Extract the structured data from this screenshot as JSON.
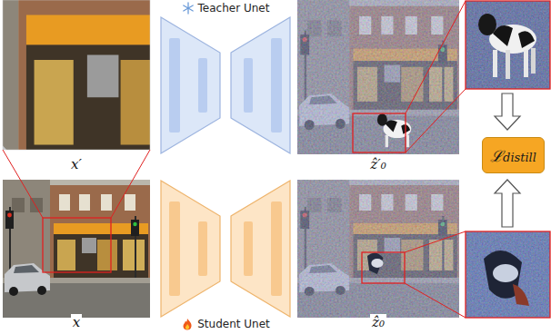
{
  "diagram": {
    "nodes": [
      {
        "text": [
          "x′"
        ]
      },
      {
        "text": [
          "Teacher Unet"
        ]
      },
      {
        "text": [
          "ẑ′₀"
        ]
      },
      {
        "text": [
          "ℒdistill"
        ]
      },
      {
        "text": [
          "x"
        ]
      },
      {
        "text": [
          "Student Unet"
        ]
      },
      {
        "text": [
          "ẑ₀"
        ]
      }
    ]
  }
}
